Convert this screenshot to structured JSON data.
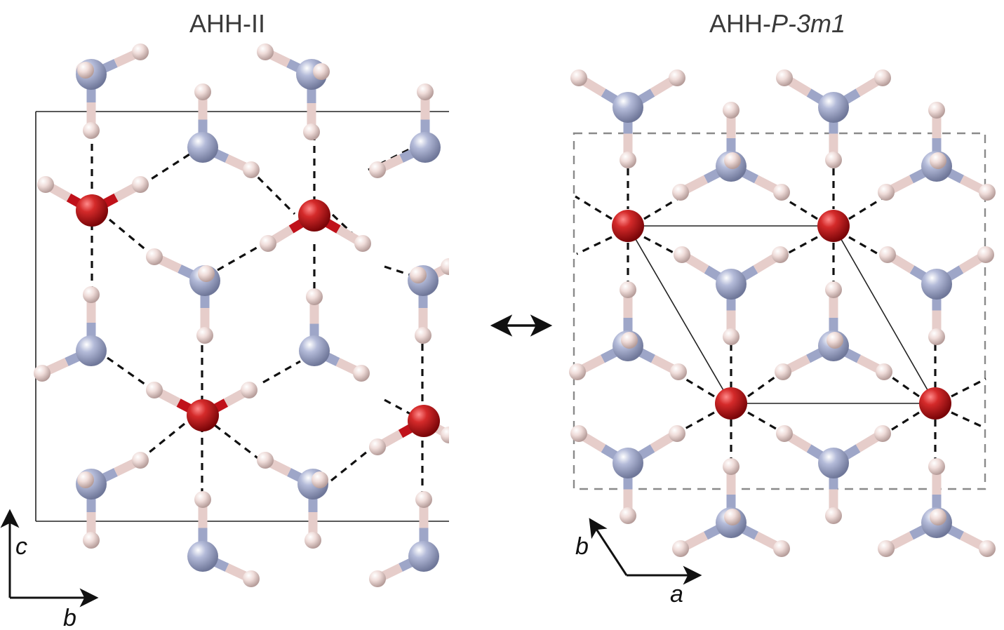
{
  "panels": [
    {
      "title_prefix": "AHH-II",
      "title_italic": ""
    },
    {
      "title_prefix": "AHH-",
      "title_italic": "P-3m1"
    }
  ],
  "axes": {
    "left": {
      "vertical": "c",
      "horizontal": "b"
    },
    "right": {
      "diagonal": "b",
      "horizontal": "a"
    }
  },
  "colors": {
    "oxygen": "#c0111a",
    "nitrogen": "#9ea6c8",
    "hydrogen": "#e6cdca",
    "hbond": "#111111",
    "cell": "#222222",
    "cell_dashed": "#8a8a8a",
    "text": "#3a3a3a"
  },
  "arrow_icon": "double-headed-arrow-icon"
}
